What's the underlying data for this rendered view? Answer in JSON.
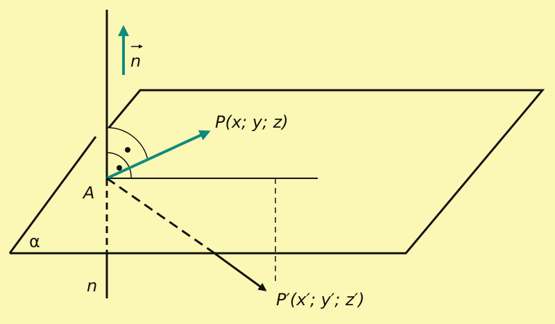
{
  "colors": {
    "background": "#fbf7b4",
    "line": "#111111",
    "accent_vector": "#0f8a80"
  },
  "labels": {
    "normal_vector": "n",
    "point_p": "P(x; y; z)",
    "point_a": "A",
    "point_p_prime": "P′(x′; y′; z′)",
    "plane": "α",
    "line_n": "n"
  },
  "icons": {
    "right_angle_marks": "double-arc-with-dots",
    "vector_arrow": "arrow-head"
  }
}
